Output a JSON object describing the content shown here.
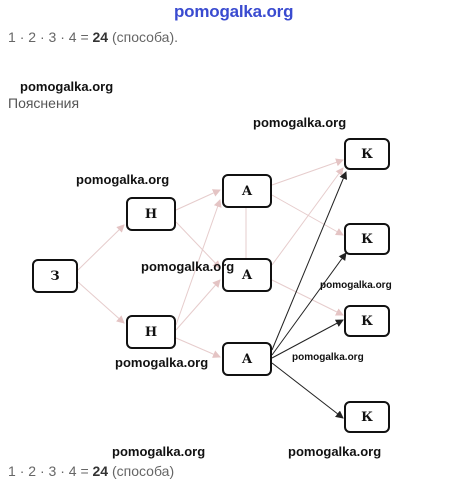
{
  "header": {
    "site": "pomogalka.org"
  },
  "formula_top": {
    "factors": [
      "1",
      "2",
      "3",
      "4"
    ],
    "operator": "·",
    "equals": "=",
    "result": "24",
    "unit": "(способа)."
  },
  "formula_bottom": {
    "factors": [
      "1",
      "2",
      "3",
      "4"
    ],
    "operator": "·",
    "equals": "=",
    "result": "24",
    "unit": "(способа)"
  },
  "explanations_label": "Пояснения",
  "watermark": "pomogalka.org",
  "diagram": {
    "nodes": {
      "z": "З",
      "n1": "Н",
      "n2": "Н",
      "a1": "А",
      "a2": "А",
      "a3": "А",
      "k1": "К",
      "k2": "К",
      "k3": "К",
      "k4": "К"
    }
  }
}
